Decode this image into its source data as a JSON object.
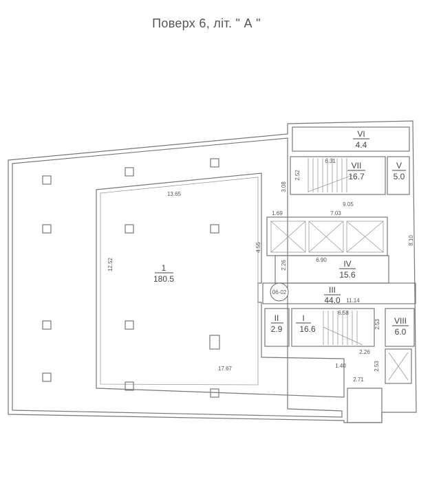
{
  "title": "Поверх 6, літ. \"  А  \"",
  "rooms": {
    "main": {
      "label": "1",
      "area": "180.5"
    },
    "i": {
      "label": "I",
      "area": "16.6"
    },
    "ii": {
      "label": "II",
      "area": "2.9"
    },
    "iii": {
      "label": "III",
      "area": "44.0"
    },
    "iv": {
      "label": "IV",
      "area": "15.6"
    },
    "v": {
      "label": "V",
      "area": "5.0"
    },
    "vi": {
      "label": "VI",
      "area": "4.4"
    },
    "vii": {
      "label": "VII",
      "area": "16.7"
    },
    "viii": {
      "label": "VIII",
      "area": "6.0"
    }
  },
  "unit_tag": "06-02",
  "dimensions": {
    "d1": "13.65",
    "d2": "12.52",
    "d3": "17.67",
    "d4": "6.31",
    "d5": "2.52",
    "d6": "3.08",
    "d7": "9.05",
    "d8": "1.69",
    "d9": "7.03",
    "d10": "4.55",
    "d11": "8.10",
    "d12": "6.90",
    "d13": "2.26",
    "d14": "11.14",
    "d15": "6.58",
    "d16": "2.53",
    "d17": "2.26",
    "d18": "1.40",
    "d19": "2.53",
    "d20": "2.71"
  }
}
